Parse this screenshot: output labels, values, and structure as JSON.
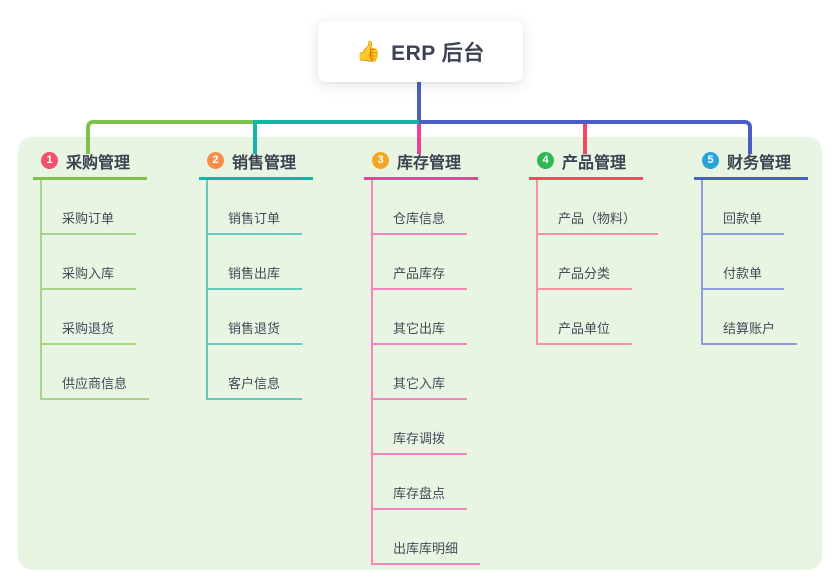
{
  "root": {
    "emoji": "👍",
    "emoji_name": "thumbs-up-icon",
    "title": "ERP 后台"
  },
  "panel_color": "#e9f5e3",
  "branches": [
    {
      "num": "1",
      "title": "采购管理",
      "badge_color": "#f4526b",
      "line_color": "#7dc24a",
      "child_line_color": "#a8d487",
      "children": [
        "采购订单",
        "采购入库",
        "采购退货",
        "供应商信息"
      ]
    },
    {
      "num": "2",
      "title": "销售管理",
      "badge_color": "#f98c4b",
      "line_color": "#14b5a7",
      "child_line_color": "#63cabc",
      "children": [
        "销售订单",
        "销售出库",
        "销售退货",
        "客户信息"
      ]
    },
    {
      "num": "3",
      "title": "库存管理",
      "badge_color": "#f5a623",
      "line_color": "#e8429b",
      "child_line_color": "#f387c0",
      "children": [
        "仓库信息",
        "产品库存",
        "其它出库",
        "其它入库",
        "库存调拨",
        "库存盘点",
        "出库库明细"
      ]
    },
    {
      "num": "4",
      "title": "产品管理",
      "badge_color": "#2eb854",
      "line_color": "#f4485f",
      "child_line_color": "#f7939e",
      "children": [
        "产品（物料）",
        "产品分类",
        "产品单位"
      ]
    },
    {
      "num": "5",
      "title": "财务管理",
      "badge_color": "#29a3dc",
      "line_color": "#4a5ec6",
      "child_line_color": "#8f9cdc",
      "children": [
        "回款单",
        "付款单",
        "结算账户"
      ]
    }
  ]
}
